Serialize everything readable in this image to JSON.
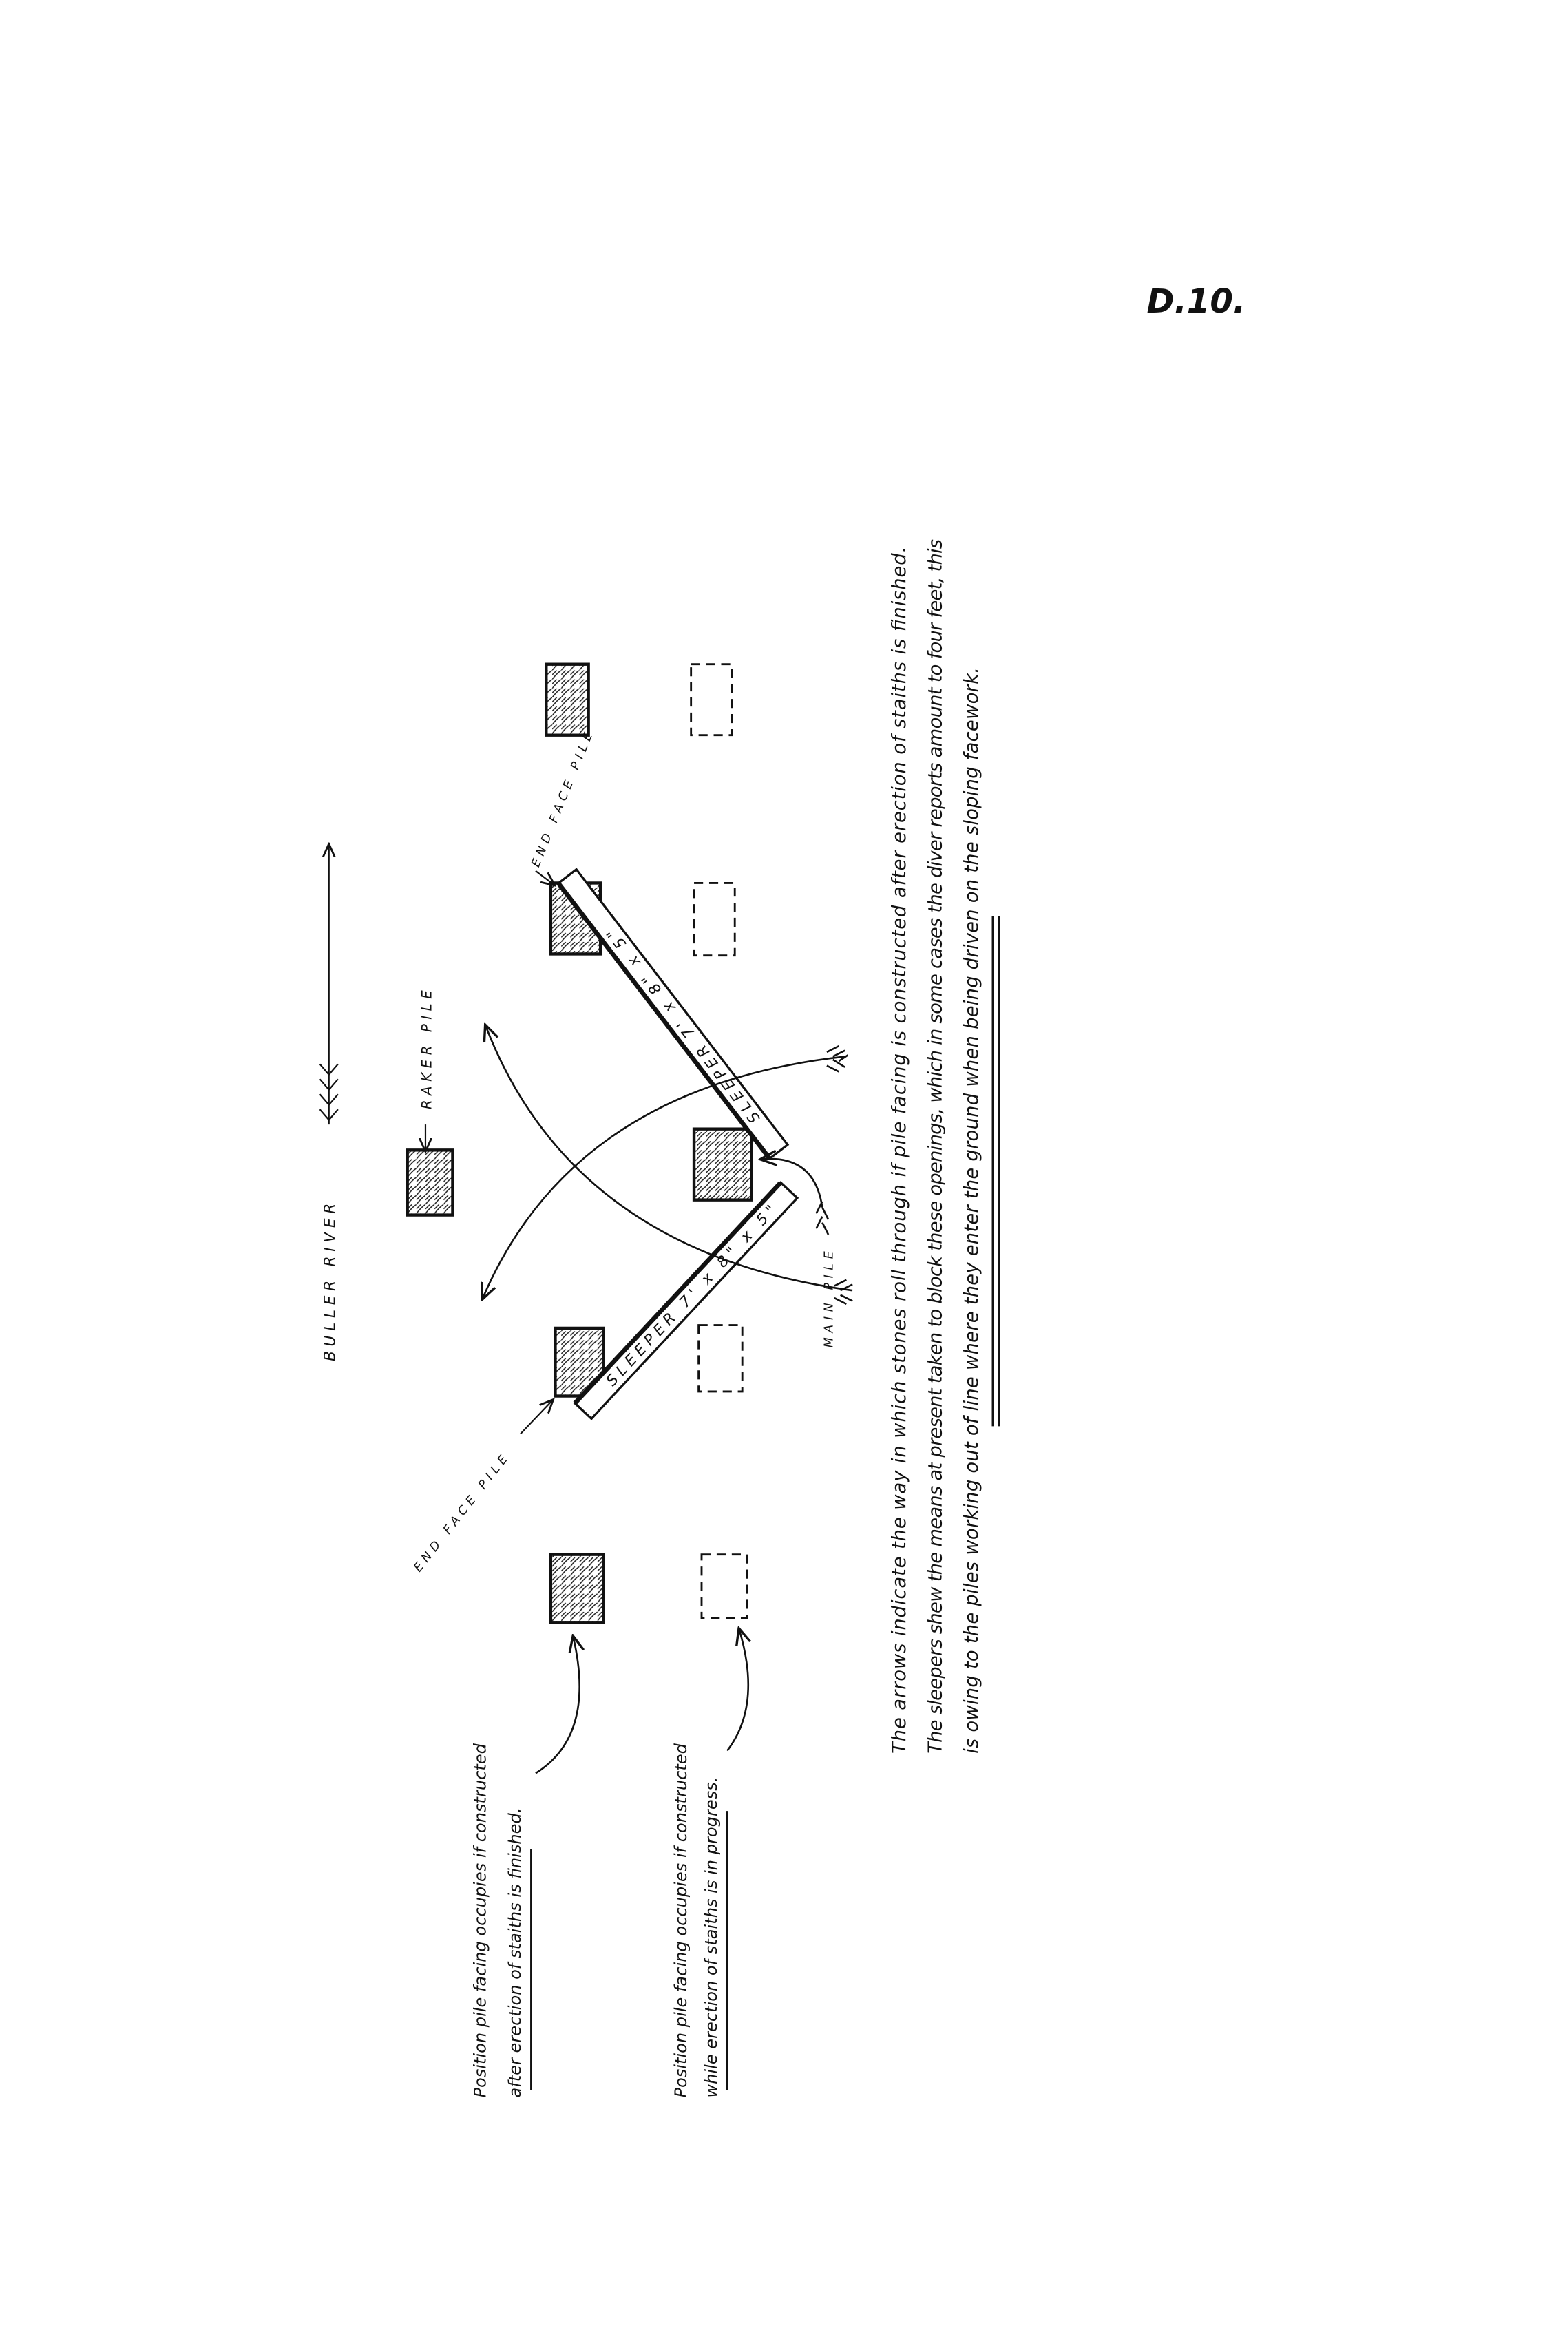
{
  "page_label": "D.10.",
  "river_label": "BULLER   RIVER",
  "pile_labels": {
    "raker": "RAKER  PILE",
    "end_face_top": "END FACE PILE",
    "end_face_bottom": "END FACE PILE",
    "main": "MAIN  PILE"
  },
  "sleepers": {
    "upper": "SLEEPER 7' x 8\" x 5\"",
    "lower": "SLEEPER 7' x 8\" x 5\""
  },
  "legend": {
    "finished_line1": "Position pile facing occupies if constructed",
    "finished_line2": "after erection of staiths is finished.",
    "progress_line1": "Position pile facing occupies if constructed",
    "progress_line2": "while erection of staiths is in progress."
  },
  "caption": {
    "line1": "The arrows indicate the way in which stones roll through if pile facing is constructed after erection of staiths is finished.",
    "line2": "The sleepers shew the means at present taken to block these openings, which in some cases the diver reports amount to four feet, this",
    "line3": "is owing to the piles working out of line where they enter the ground when being driven on the sloping facework."
  }
}
